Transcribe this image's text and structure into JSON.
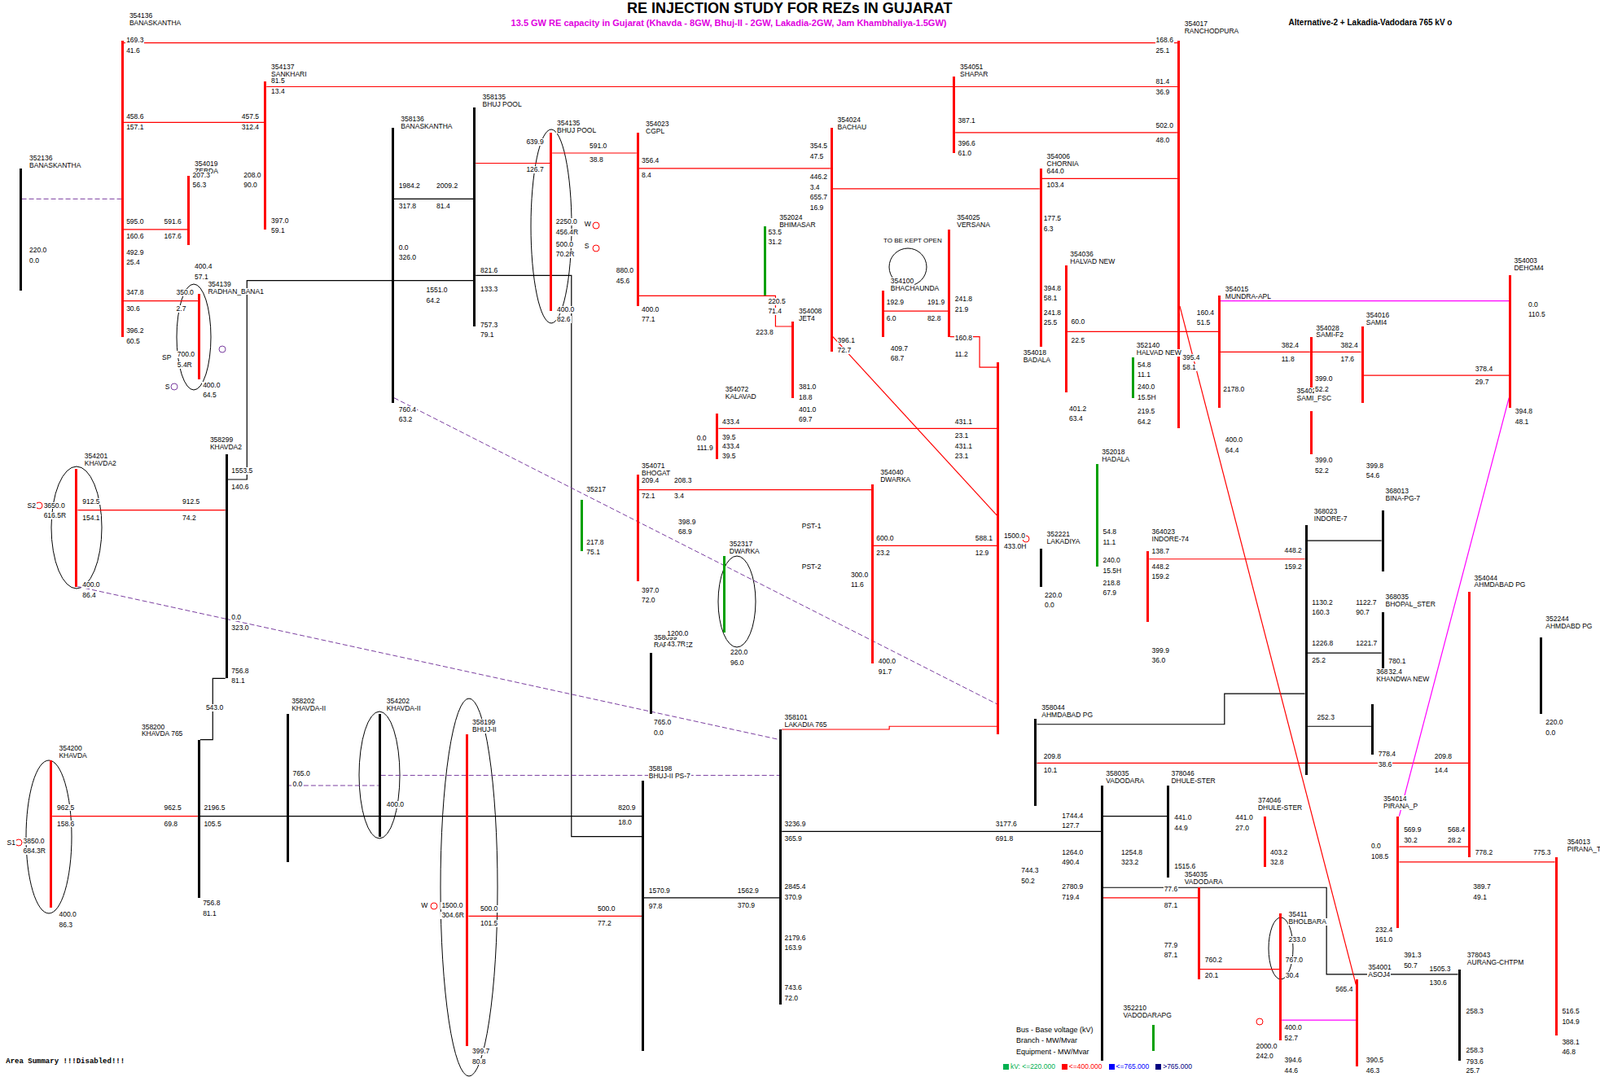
{
  "diagram": {
    "title": "RE INJECTION STUDY FOR REZs IN GUJARAT",
    "nodes": [
      {
        "text": [
          "354136",
          "BANASKANTHA"
        ]
      },
      {
        "text": [
          "352136",
          "BANASKANTHA"
        ]
      },
      {
        "text": [
          "354137",
          "SANKHARI"
        ]
      },
      {
        "text": [
          "354019",
          "ZERDA"
        ]
      },
      {
        "text": [
          "354139",
          "RADHAN_BANA1"
        ]
      },
      {
        "text": [
          "358136",
          "BANASKANTHA"
        ]
      },
      {
        "text": [
          "358135",
          "BHUJ POOL"
        ]
      },
      {
        "text": [
          "354135",
          "BHUJ POOL"
        ]
      },
      {
        "text": [
          "354023",
          "CGPL"
        ]
      },
      {
        "text": [
          "354024",
          "BACHAU"
        ]
      },
      {
        "text": [
          "352024",
          "BHIMASAR"
        ]
      },
      {
        "text": [
          "354008",
          "JET4"
        ]
      },
      {
        "text": [
          "354051",
          "SHAPAR"
        ]
      },
      {
        "text": [
          "354017",
          "RANCHODPURA"
        ]
      },
      {
        "text": [
          "354006",
          "CHORNIA"
        ]
      },
      {
        "text": [
          "354025",
          "VERSANA"
        ]
      },
      {
        "text": [
          "354100",
          "BHACHAUNDA"
        ]
      },
      {
        "text": [
          "354036",
          "HALVAD NEW"
        ]
      },
      {
        "text": [
          "354018",
          "BADALA"
        ]
      },
      {
        "text": [
          "354015",
          "MUNDRA-APL"
        ]
      },
      {
        "text": [
          "352140",
          "HALVAD NEW"
        ]
      },
      {
        "text": [
          "354028",
          "SAMI-F2"
        ]
      },
      {
        "text": [
          "354016",
          "SAMI4"
        ]
      },
      {
        "text": [
          "354003",
          "DEHGM4"
        ]
      },
      {
        "text": [
          "354027",
          "SAMI_FSC"
        ]
      },
      {
        "text": [
          "354072",
          "KALAVAD"
        ]
      },
      {
        "text": [
          "354071",
          "BHOGAT"
        ]
      },
      {
        "text": [
          "35217"
        ]
      },
      {
        "text": [
          "354040",
          "DWARKA"
        ]
      },
      {
        "text": [
          "352317",
          "DWARKA"
        ]
      },
      {
        "text": [
          "352018",
          "HADALA"
        ]
      },
      {
        "text": [
          "352221",
          "LAKADIYA"
        ]
      },
      {
        "text": [
          "364023",
          "INDORE-74"
        ]
      },
      {
        "text": [
          "368023",
          "INDORE-7"
        ]
      },
      {
        "text": [
          "368013",
          "BINA-PG-7"
        ]
      },
      {
        "text": [
          "368035",
          "BHOPAL_STER"
        ]
      },
      {
        "text": [
          "368041",
          "KHANDWA NEW"
        ]
      },
      {
        "text": [
          "354044",
          "AHMDABAD PG"
        ]
      },
      {
        "text": [
          "352244",
          "AHMDABD PG"
        ]
      },
      {
        "text": [
          "354201",
          "KHAVDA2"
        ]
      },
      {
        "text": [
          "358299",
          "KHAVDA2"
        ]
      },
      {
        "text": [
          "358200",
          "KHAVDA 765"
        ]
      },
      {
        "text": [
          "354200",
          "KHAVDA"
        ]
      },
      {
        "text": [
          "358202",
          "KHAVDA-II"
        ]
      },
      {
        "text": [
          "354202",
          "KHAVDA-II"
        ]
      },
      {
        "text": [
          "358199",
          "BHUJ-II"
        ]
      },
      {
        "text": [
          "358198",
          "BHUJ-II PS-7"
        ]
      },
      {
        "text": [
          "358099",
          "RAPAR SEZ"
        ]
      },
      {
        "text": [
          "358101",
          "LAKADIA 765"
        ]
      },
      {
        "text": [
          "358044",
          "AHMDABAD PG"
        ]
      },
      {
        "text": [
          "358035",
          "VADODARA"
        ]
      },
      {
        "text": [
          "378046",
          "DHULE-STER"
        ]
      },
      {
        "text": [
          "374046",
          "DHULE-STER"
        ]
      },
      {
        "text": [
          "354035",
          "VADODARA"
        ]
      },
      {
        "text": [
          "35411",
          "BHOLBARA"
        ]
      },
      {
        "text": [
          "352210",
          "VADODARAPG"
        ]
      },
      {
        "text": [
          "354001",
          "ASOJ4"
        ]
      },
      {
        "text": [
          "354014",
          "PIRANA_P"
        ]
      },
      {
        "text": [
          "354013",
          "PIRANA_T"
        ]
      },
      {
        "text": [
          "378043",
          "AURANG-CHTPM"
        ]
      }
    ],
    "edges": [
      {
        "from": 0,
        "to": 13,
        "arrow": "none"
      },
      {
        "from": 2,
        "to": 13,
        "arrow": "none"
      },
      {
        "from": 0,
        "to": 2,
        "arrow": "none"
      },
      {
        "from": 1,
        "to": 0,
        "arrow": "none"
      },
      {
        "from": 0,
        "to": 3,
        "arrow": "none"
      },
      {
        "from": 0,
        "to": 4,
        "arrow": "none"
      },
      {
        "from": 5,
        "to": 6,
        "arrow": "none"
      },
      {
        "from": 6,
        "to": 7,
        "arrow": "none"
      },
      {
        "from": 7,
        "to": 8,
        "arrow": "none"
      },
      {
        "from": 8,
        "to": 9,
        "arrow": "none"
      },
      {
        "from": 9,
        "to": 14,
        "arrow": "none"
      },
      {
        "from": 8,
        "to": 11,
        "arrow": "none"
      },
      {
        "from": 12,
        "to": 13,
        "arrow": "none"
      },
      {
        "from": 14,
        "to": 13,
        "arrow": "none"
      },
      {
        "from": 16,
        "to": 15,
        "arrow": "none"
      },
      {
        "from": 15,
        "to": 18,
        "arrow": "none"
      },
      {
        "from": 17,
        "to": 19,
        "arrow": "none"
      },
      {
        "from": 19,
        "to": 21,
        "arrow": "none"
      },
      {
        "from": 21,
        "to": 22,
        "arrow": "none"
      },
      {
        "from": 22,
        "to": 23,
        "arrow": "none"
      },
      {
        "from": 19,
        "to": 23,
        "arrow": "none"
      },
      {
        "from": 25,
        "to": 18,
        "arrow": "none"
      },
      {
        "from": 26,
        "to": 28,
        "arrow": "none"
      },
      {
        "from": 28,
        "to": 18,
        "arrow": "none"
      },
      {
        "from": 48,
        "to": 18,
        "arrow": "none"
      },
      {
        "from": 48,
        "to": 50,
        "arrow": "none"
      },
      {
        "from": 46,
        "to": 48,
        "arrow": "none"
      },
      {
        "from": 45,
        "to": 46,
        "arrow": "none"
      },
      {
        "from": 41,
        "to": 46,
        "arrow": "none"
      },
      {
        "from": 42,
        "to": 41,
        "arrow": "none"
      },
      {
        "from": 39,
        "to": 40,
        "arrow": "none"
      },
      {
        "from": 40,
        "to": 6,
        "arrow": "none"
      },
      {
        "from": 6,
        "to": 46,
        "arrow": "none"
      },
      {
        "from": 49,
        "to": 33,
        "arrow": "none"
      },
      {
        "from": 50,
        "to": 51,
        "arrow": "none"
      },
      {
        "from": 49,
        "to": 37,
        "arrow": "none"
      },
      {
        "from": 50,
        "to": 59,
        "arrow": "none"
      },
      {
        "from": 53,
        "to": 54,
        "arrow": "none"
      },
      {
        "from": 13,
        "to": 56,
        "arrow": "none"
      },
      {
        "from": 37,
        "to": 57,
        "arrow": "none"
      },
      {
        "from": 57,
        "to": 58,
        "arrow": "none"
      },
      {
        "from": 33,
        "to": 34,
        "arrow": "none"
      },
      {
        "from": 33,
        "to": 35,
        "arrow": "none"
      },
      {
        "from": 33,
        "to": 36,
        "arrow": "none"
      },
      {
        "from": 32,
        "to": 33,
        "arrow": "none"
      },
      {
        "from": 40,
        "to": 41,
        "arrow": "none"
      },
      {
        "from": 39,
        "to": 48,
        "arrow": "none"
      },
      {
        "from": 5,
        "to": 18,
        "arrow": "none"
      },
      {
        "from": 44,
        "to": 48,
        "arrow": "none"
      },
      {
        "from": 23,
        "to": 57,
        "arrow": "none"
      },
      {
        "from": 54,
        "to": 56,
        "arrow": "none"
      },
      {
        "from": 9,
        "to": 18,
        "arrow": "none"
      },
      {
        "from": 50,
        "to": 53,
        "arrow": "none"
      },
      {
        "from": 43,
        "to": 44,
        "arrow": "none"
      }
    ],
    "labels": [
      "13.5 GW RE capacity in Gujarat (Khavda - 8GW, Bhuj-II - 2GW, Lakadia-2GW, Jam Khambhaliya-1.5GW)",
      "Alternative-2 + Lakadia-Vadodara 765 kV o",
      "TO BE KEPT OPEN",
      "Area Summary  !!!Disabled!!!",
      "Bus - Base voltage (kV)",
      "Branch - MW/Mvar",
      "Equipment - MW/Mvar",
      "169.3",
      "41.6",
      "168.6",
      "25.1",
      "81.5",
      "13.4",
      "81.4",
      "36.9",
      "458.6",
      "157.1",
      "457.5",
      "312.4",
      "220.0",
      "0.0",
      "207.3",
      "56.3",
      "208.0",
      "90.0",
      "595.0",
      "160.6",
      "591.6",
      "167.6",
      "400.4",
      "57.1",
      "492.9",
      "25.4",
      "397.0",
      "59.1",
      "347.8",
      "30.6",
      "350.0",
      "2.7",
      "396.2",
      "60.5",
      "700.0",
      "5.4R",
      "SP",
      "S",
      "400.0",
      "64.5",
      "1984.2",
      "317.8",
      "2009.2",
      "81.4",
      "0.0",
      "326.0",
      "1551.0",
      "64.2",
      "760.4",
      "63.2",
      "821.6",
      "133.3",
      "757.3",
      "79.1",
      "639.9",
      "126.7",
      "2250.0",
      "456.4R",
      "W",
      "500.0",
      "70.2R",
      "S",
      "400.0",
      "82.6",
      "591.0",
      "38.8",
      "356.4",
      "8.4",
      "880.0",
      "45.6",
      "400.0",
      "77.1",
      "354.5",
      "47.5",
      "446.2",
      "3.4",
      "655.7",
      "16.9",
      "53.5",
      "31.2",
      "220.5",
      "71.4",
      "223.8",
      "396.1",
      "72.7",
      "381.0",
      "18.8",
      "401.0",
      "69.7",
      "387.1",
      "396.6",
      "61.0",
      "502.0",
      "48.0",
      "644.0",
      "103.4",
      "177.5",
      "6.3",
      "192.9",
      "6.0",
      "191.9",
      "82.8",
      "409.7",
      "68.7",
      "241.8",
      "21.9",
      "160.8",
      "11.2",
      "394.8",
      "58.1",
      "241.8",
      "25.5",
      "60.0",
      "22.5",
      "395.4",
      "58.1",
      "160.4",
      "51.5",
      "0.0",
      "110.5",
      "382.4",
      "11.8",
      "382.4",
      "17.6",
      "378.4",
      "29.7",
      "399.0",
      "52.2",
      "394.8",
      "48.1",
      "2178.0",
      "400.0",
      "64.4",
      "399.0",
      "52.2",
      "399.8",
      "54.6",
      "54.8",
      "11.1",
      "240.0",
      "15.5H",
      "219.5",
      "64.2",
      "401.2",
      "63.4",
      "433.4",
      "39.5",
      "433.4",
      "39.5",
      "431.1",
      "23.1",
      "431.1",
      "23.1",
      "0.0",
      "111.9",
      "209.4",
      "72.1",
      "208.3",
      "3.4",
      "398.9",
      "68.9",
      "217.8",
      "75.1",
      "397.0",
      "72.0",
      "600.0",
      "23.2",
      "588.1",
      "12.9",
      "1500.0",
      "433.0H",
      "220.0",
      "0.0",
      "300.0",
      "11.6",
      "1200.0",
      "43.7R",
      "220.0",
      "96.0",
      "400.0",
      "91.7",
      "PST-1",
      "PST-2",
      "54.8",
      "11.1",
      "240.0",
      "15.5H",
      "218.8",
      "67.9",
      "138.7",
      "448.2",
      "159.2",
      "399.9",
      "36.0",
      "448.2",
      "159.2",
      "1130.2",
      "160.3",
      "1122.7",
      "90.7",
      "1226.8",
      "25.2",
      "1221.7",
      "780.1",
      "32.4",
      "252.3",
      "778.4",
      "38.6",
      "220.0",
      "0.0",
      "765.0",
      "0.0",
      "400.0",
      "765.0",
      "0.0",
      "962.5",
      "158.6",
      "962.5",
      "69.8",
      "2196.5",
      "105.5",
      "3850.0",
      "684.3R",
      "S1",
      "400.0",
      "86.3",
      "756.8",
      "81.1",
      "756.8",
      "81.1",
      "543.0",
      "1553.5",
      "140.6",
      "3650.0",
      "616.5R",
      "S2",
      "912.5",
      "154.1",
      "912.5",
      "74.2",
      "400.0",
      "86.4",
      "0.0",
      "323.0",
      "1500.0",
      "304.6R",
      "W",
      "500.0",
      "101.5",
      "500.0",
      "77.2",
      "399.7",
      "80.8",
      "820.9",
      "18.0",
      "1570.9",
      "97.8",
      "1562.9",
      "370.9",
      "3236.9",
      "365.9",
      "2845.4",
      "370.9",
      "2179.6",
      "163.9",
      "743.6",
      "72.0",
      "3177.6",
      "691.8",
      "2780.9",
      "719.4",
      "1264.0",
      "490.4",
      "1254.8",
      "323.2",
      "744.3",
      "50.2",
      "1744.4",
      "127.7",
      "209.8",
      "10.1",
      "209.8",
      "14.4",
      "389.7",
      "49.1",
      "441.0",
      "44.9",
      "441.0",
      "27.0",
      "403.2",
      "32.8",
      "1515.6",
      "77.6",
      "87.1",
      "77.9",
      "87.1",
      "760.2",
      "20.1",
      "767.0",
      "30.4",
      "2000.0",
      "242.0",
      "233.0",
      "232.4",
      "161.0",
      "569.9",
      "30.2",
      "568.4",
      "28.2",
      "0.0",
      "108.5",
      "391.3",
      "50.7",
      "778.2",
      "775.3",
      "516.5",
      "104.9",
      "388.1",
      "46.8",
      "1505.3",
      "130.6",
      "258.3",
      "258.3",
      "793.6",
      "25.7",
      "565.4",
      "400.0",
      "52.7",
      "390.5",
      "46.3",
      "394.6",
      "44.6"
    ],
    "legend": [
      {
        "text": "kV: <=220.000",
        "color": "#00b050"
      },
      {
        "text": "<=400.000",
        "color": "#ff0000"
      },
      {
        "text": "<=765.000",
        "color": "#0000ff"
      },
      {
        "text": ">765.000",
        "color": "#000080"
      }
    ]
  }
}
